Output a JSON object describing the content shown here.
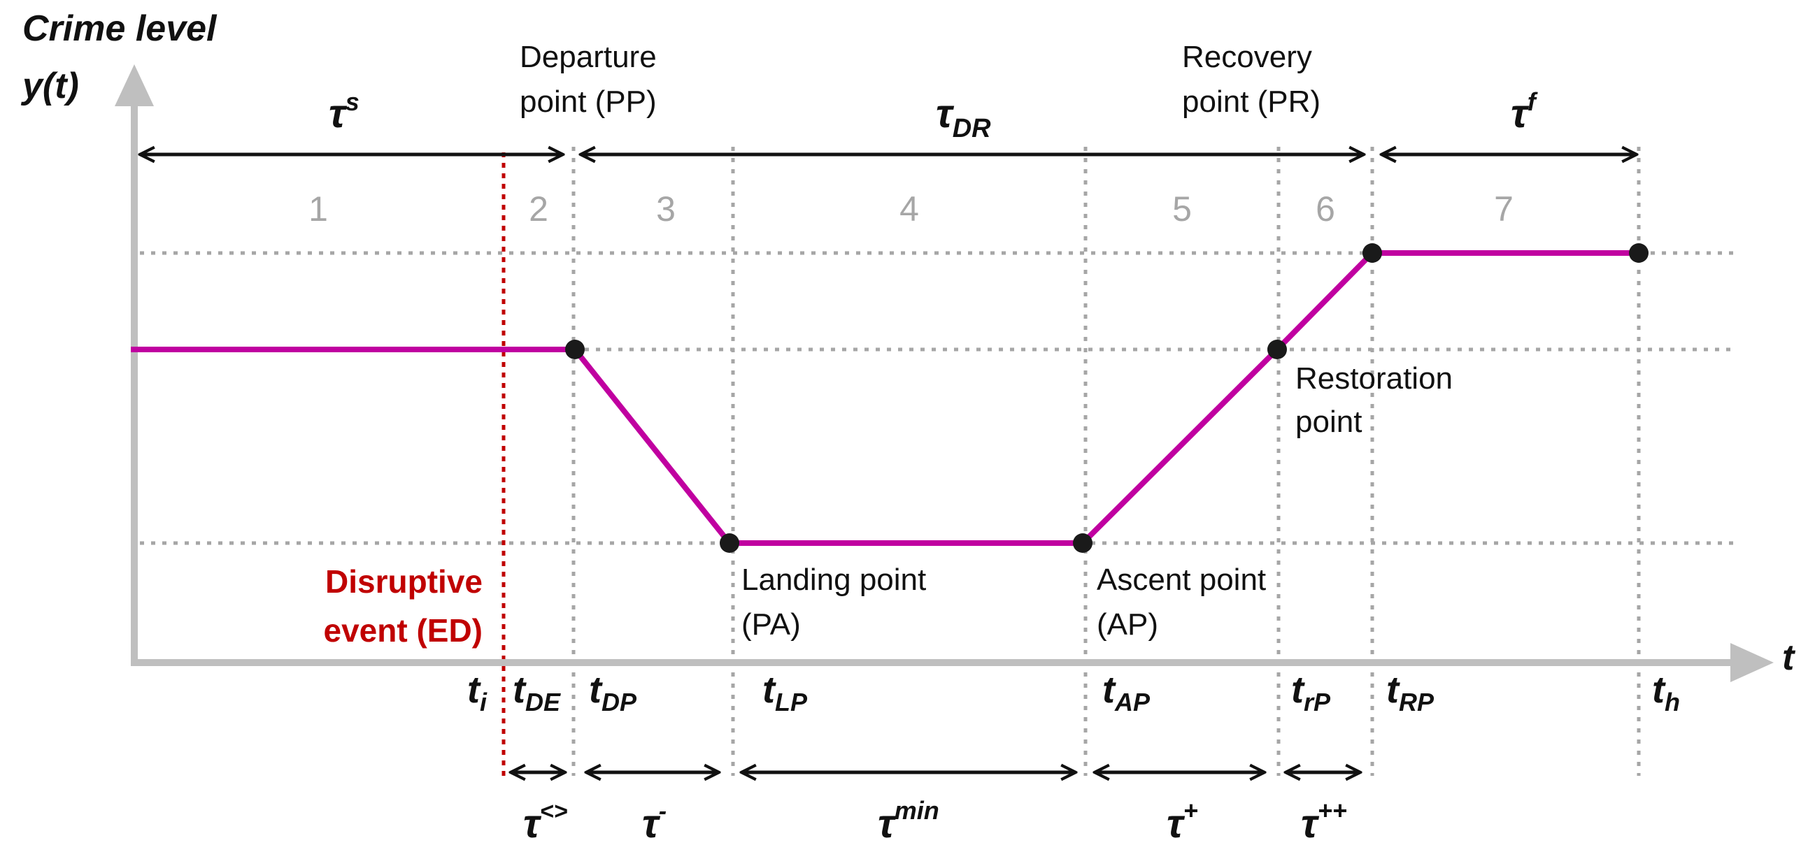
{
  "colors": {
    "curve": "#c000a0",
    "axis": "#bfbfbf",
    "grid": "#a6a6a6",
    "event": "#c00000",
    "text": "#111111",
    "phase_number": "#a6a6a6"
  },
  "axis": {
    "y_title_line1": "Crime level",
    "y_title_line2": "y(t)",
    "x_title": "t"
  },
  "phases": [
    "1",
    "2",
    "3",
    "4",
    "5",
    "6",
    "7"
  ],
  "top_intervals": {
    "start": {
      "base": "τ",
      "sup": "s",
      "sub": ""
    },
    "disruption": {
      "base": "τ",
      "sup": "",
      "sub": "DR"
    },
    "final": {
      "base": "τ",
      "sup": "f",
      "sub": ""
    }
  },
  "bottom_intervals": [
    {
      "base": "τ",
      "sup": "<>"
    },
    {
      "base": "τ",
      "sup": "-"
    },
    {
      "base": "τ",
      "sup": "min"
    },
    {
      "base": "τ",
      "sup": "+"
    },
    {
      "base": "τ",
      "sup": "++"
    }
  ],
  "time_ticks": [
    {
      "base": "t",
      "sub": "i"
    },
    {
      "base": "t",
      "sub": "DE"
    },
    {
      "base": "t",
      "sub": "DP"
    },
    {
      "base": "t",
      "sub": "LP"
    },
    {
      "base": "t",
      "sub": "AP"
    },
    {
      "base": "t",
      "sub": "rP"
    },
    {
      "base": "t",
      "sub": "RP"
    },
    {
      "base": "t",
      "sub": "h"
    }
  ],
  "points": {
    "departure": [
      "Departure",
      "point (PP)"
    ],
    "landing": [
      "Landing point",
      "(PA)"
    ],
    "ascent": [
      "Ascent point",
      "(AP)"
    ],
    "restoration": [
      "Restoration",
      "point"
    ],
    "recovery": [
      "Recovery",
      "point (PR)"
    ]
  },
  "event": {
    "line1": "Disruptive",
    "line2": "event (ED)"
  }
}
